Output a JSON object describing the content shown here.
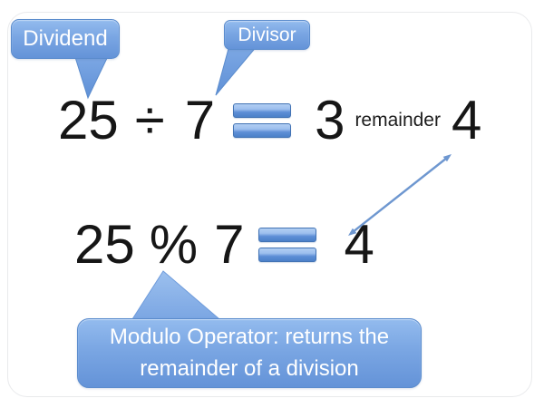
{
  "slide": {
    "background": "#ffffff"
  },
  "callouts": {
    "dividend": {
      "label": "Dividend"
    },
    "divisor": {
      "label": "Divisor"
    },
    "modulo": {
      "label": "Modulo Operator: returns the remainder of a division"
    }
  },
  "equation_division": {
    "dividend": "25",
    "operator": "÷",
    "divisor": "7",
    "quotient": "3",
    "remainder_label": "remainder",
    "remainder_value": "4"
  },
  "equation_modulo": {
    "dividend": "25",
    "operator": "%",
    "divisor": "7",
    "result": "4"
  },
  "icons": {
    "equals": "double-bar-equals-icon",
    "arrow": "double-headed-arrow-icon"
  },
  "colors": {
    "callout_top": "#93bbee",
    "callout_bottom": "#6493d8",
    "callout_border": "#5b8ccd",
    "equals_top": "#b1cef3",
    "equals_bottom": "#4b80c8",
    "equals_border": "#4273b4",
    "arrow": "#6e97d0",
    "text_dark": "#161616",
    "text_light": "#ffffff"
  }
}
